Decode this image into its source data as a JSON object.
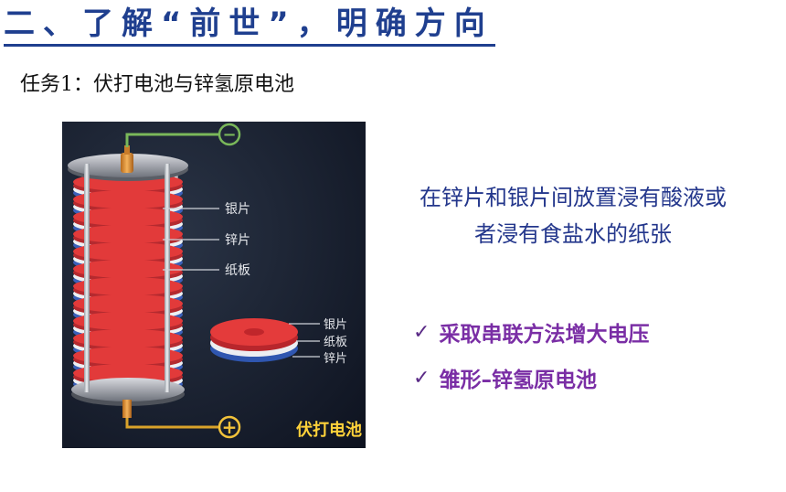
{
  "slide": {
    "title": "二、了解“前世”，明确方向",
    "task": "任务1：伏打电池与锌氢原电池",
    "figure": {
      "labels": {
        "silver": "银片",
        "zinc": "锌片",
        "paper": "纸板",
        "disc_silver": "银片",
        "disc_paper": "纸板",
        "disc_zinc": "锌片",
        "caption": "伏打电池"
      },
      "minus_symbol": "−",
      "plus_symbol": "+"
    },
    "description": {
      "line1": "在锌片和银片间放置浸有酸液或",
      "line2": "者浸有食盐水的纸张"
    },
    "bullets": [
      {
        "check": "✓",
        "text": "采取串联方法增大电压"
      },
      {
        "check": "✓",
        "text": "雏形–锌氢原电池"
      }
    ],
    "colors": {
      "title": "#1f3f8f",
      "description": "#24378c",
      "bullet": "#7a2ea5",
      "figure_bg": "#141a27",
      "silver_disc": "#e23a3a",
      "zinc_disc": "#3a5fb8",
      "electrode": "#7ab85a",
      "caption": "#ffd23a"
    }
  }
}
